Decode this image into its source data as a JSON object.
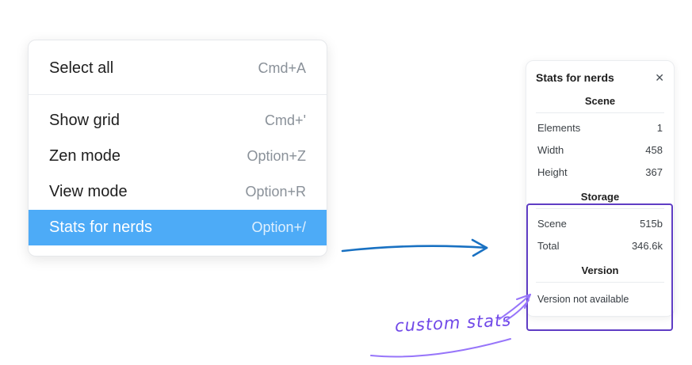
{
  "menu": {
    "items": [
      {
        "label": "Select all",
        "shortcut": "Cmd+A",
        "selected": false
      },
      {
        "label": "Show grid",
        "shortcut": "Cmd+'",
        "selected": false
      },
      {
        "label": "Zen mode",
        "shortcut": "Option+Z",
        "selected": false
      },
      {
        "label": "View mode",
        "shortcut": "Option+R",
        "selected": false
      },
      {
        "label": "Stats for nerds",
        "shortcut": "Option+/",
        "selected": true
      }
    ]
  },
  "stats_panel": {
    "title": "Stats for nerds",
    "close_icon": "✕",
    "sections": {
      "scene": {
        "heading": "Scene",
        "rows": [
          {
            "label": "Elements",
            "value": "1"
          },
          {
            "label": "Width",
            "value": "458"
          },
          {
            "label": "Height",
            "value": "367"
          }
        ]
      },
      "storage": {
        "heading": "Storage",
        "rows": [
          {
            "label": "Scene",
            "value": "515b"
          },
          {
            "label": "Total",
            "value": "346.6k"
          }
        ]
      },
      "version": {
        "heading": "Version",
        "note": "Version not available"
      }
    }
  },
  "annotation": {
    "text": "custom stats"
  },
  "colors": {
    "menu_highlight": "#4dabf7",
    "arrow_blue": "#1971c2",
    "box_purple": "#5f3dc4",
    "annotation_purple": "#7048e8",
    "sketch_purple": "#9775fa",
    "shortcut_gray": "#8a9199"
  }
}
